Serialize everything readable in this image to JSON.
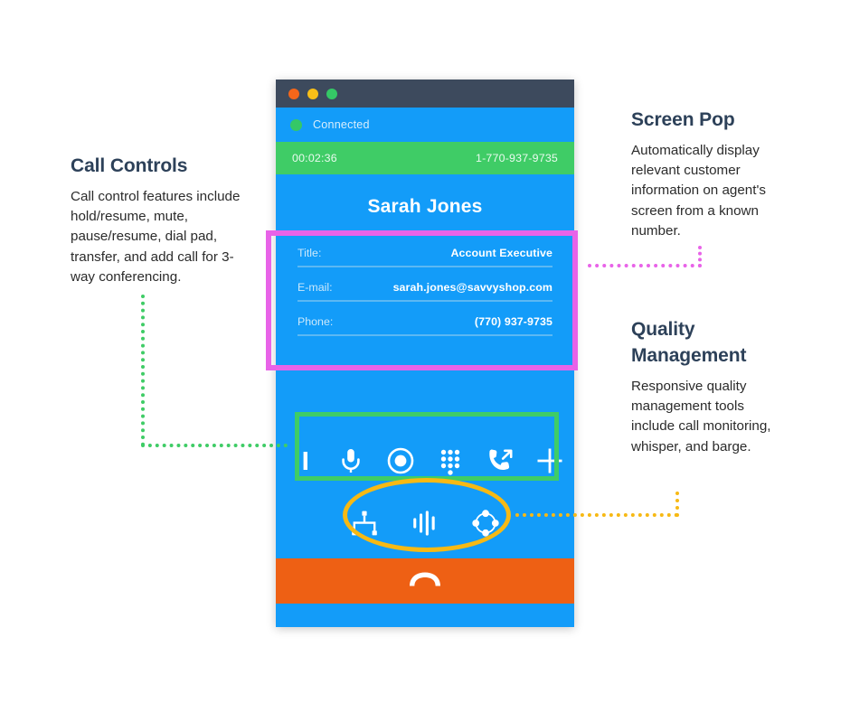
{
  "annotations": {
    "call_controls": {
      "title": "Call Controls",
      "body": "Call control features include hold/resume, mute, pause/resume, dial pad, transfer, and add call for 3-way conferencing."
    },
    "screen_pop": {
      "title": "Screen Pop",
      "body": "Automatically display relevant customer information on agent's screen from a known number."
    },
    "quality_management": {
      "title": "Quality Management",
      "body": "Responsive quality management tools include call monitoring, whisper, and barge."
    }
  },
  "phone_app": {
    "titlebar": {
      "close_dot": "close-dot",
      "minimize_dot": "minimize-dot",
      "maximize_dot": "maximize-dot",
      "background_color": "#3d4a5d"
    },
    "status": {
      "indicator": "status-dot-green",
      "label": "Connected",
      "color": "#3fcc66"
    },
    "call_bar": {
      "duration": "00:02:36",
      "phone_number": "1-770-937-9735",
      "background_color": "#3fcc66"
    },
    "caller_name": "Sarah Jones",
    "contact_details": [
      {
        "label": "Title:",
        "value": "Account Executive"
      },
      {
        "label": "E-mail:",
        "value": "sarah.jones@savvyshop.com"
      },
      {
        "label": "Phone:",
        "value": "(770) 937-9735"
      }
    ],
    "call_controls": [
      {
        "name": "pause-icon",
        "label": "Hold / Resume"
      },
      {
        "name": "microphone-icon",
        "label": "Mute"
      },
      {
        "name": "record-icon",
        "label": "Record Pause / Resume"
      },
      {
        "name": "dialpad-icon",
        "label": "Dial Pad"
      },
      {
        "name": "transfer-call-icon",
        "label": "Transfer"
      },
      {
        "name": "add-call-icon",
        "label": "Add Call"
      }
    ],
    "quality_controls": [
      {
        "name": "monitor-icon",
        "label": "Monitor"
      },
      {
        "name": "whisper-icon",
        "label": "Whisper"
      },
      {
        "name": "barge-icon",
        "label": "Barge"
      }
    ],
    "hangup": {
      "name": "hangup-icon",
      "label": "End Call",
      "background_color": "#ee6014"
    },
    "background_color": "#139cf9"
  },
  "highlights": {
    "screen_pop_color": "#e863e8",
    "call_controls_color": "#3fcc66",
    "quality_color": "#f7b914"
  }
}
